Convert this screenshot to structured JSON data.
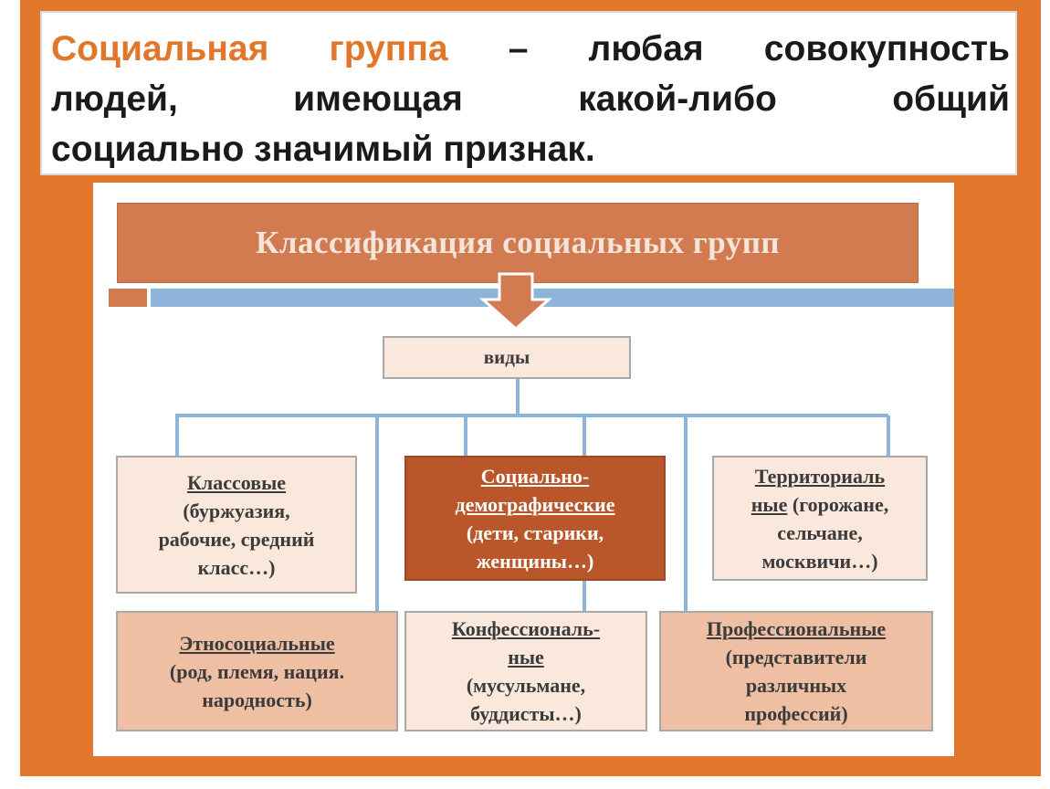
{
  "definition": {
    "term": "Социальная группа",
    "line1_rest": " – любая совокупность",
    "line2": "людей, имеющая какой-либо общий",
    "line3": "социально значимый признак."
  },
  "diagram": {
    "title": "Классификация социальных групп",
    "types_label": "виды",
    "boxes": [
      {
        "heading": "Классовые",
        "detail": [
          "(буржуазия,",
          "рабочие, средний",
          "класс…)"
        ]
      },
      {
        "heading": [
          "Социально-",
          "демографические"
        ],
        "detail": [
          "(дети, старики,",
          "женщины…)"
        ]
      },
      {
        "heading": [
          "Территориаль",
          "ные"
        ],
        "heading_tail": " (горожане,",
        "detail": [
          "сельчане,",
          "москвичи…)"
        ]
      },
      {
        "heading": "Этносоциальные",
        "detail": [
          "(род, племя, нация.",
          "народность)"
        ]
      },
      {
        "heading": [
          "Конфессиональ-",
          "ные"
        ],
        "detail": [
          "(мусульмане,",
          "буддисты…)"
        ]
      },
      {
        "heading": "Профессиональные",
        "detail": [
          "(представители",
          "различных",
          "профессий)"
        ]
      }
    ]
  },
  "colors": {
    "orange_frame": "#e2772b",
    "title_band": "#d37b50",
    "connector_blue": "#8fb4d9",
    "dark_box": "#b9572b",
    "light_box": "#fbe8dc",
    "mid_box": "#efbfa3"
  }
}
